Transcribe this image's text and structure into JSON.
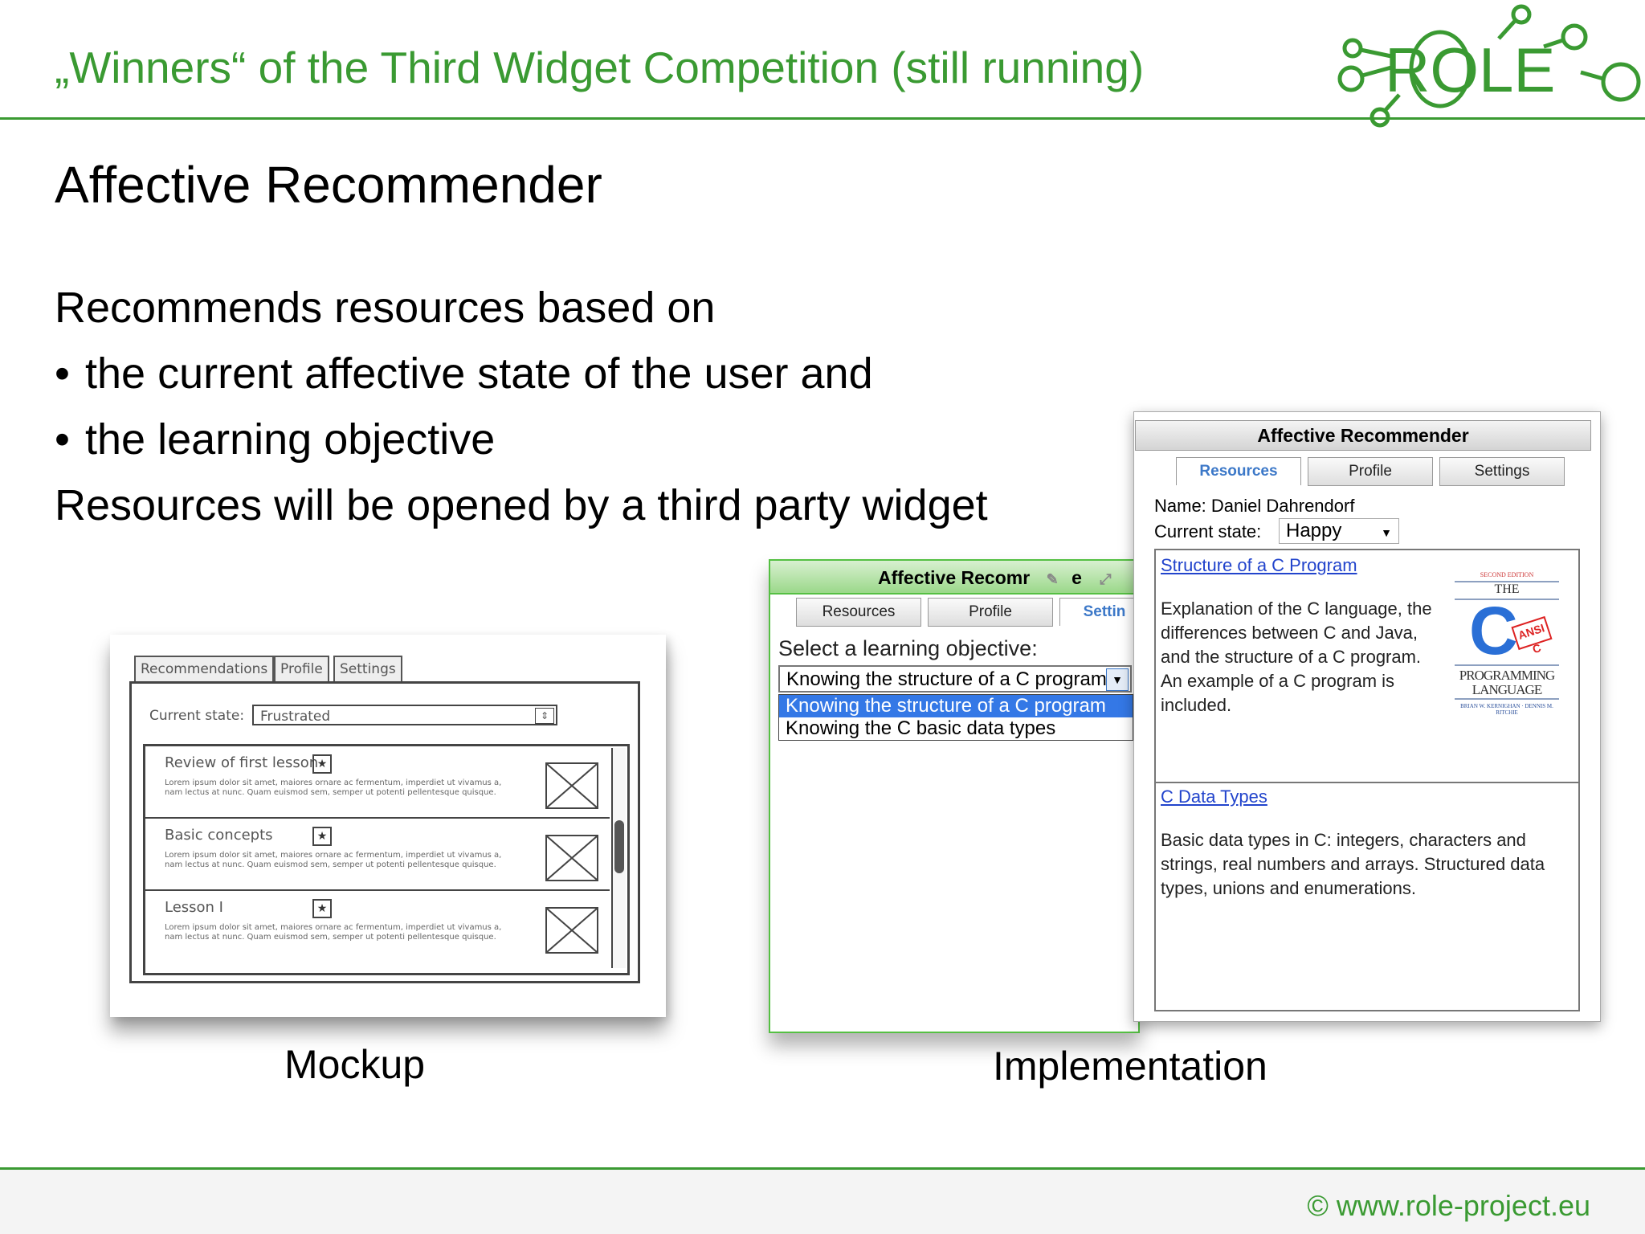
{
  "header": {
    "title": "„Winners“ of the Third Widget Competition (still running)",
    "logo_text": "ROLE"
  },
  "slide": {
    "subtitle": "Affective Recommender",
    "lines": [
      "Recommends resources based on",
      "the current affective state of the user and",
      "the learning objective",
      "Resources will be opened by a third party widget"
    ],
    "bullet": "•",
    "caption_mockup": "Mockup",
    "caption_implementation": "Implementation"
  },
  "footer": {
    "url": "© www.role-project.eu"
  },
  "mockup": {
    "tabs": [
      "Recommendations",
      "Profile",
      "Settings"
    ],
    "state_label": "Current state:",
    "state_value": "Frustrated",
    "items": [
      {
        "title": "Review of first lesson",
        "text": "Lorem ipsum dolor sit amet, maiores ornare ac fermentum, imperdiet ut vivamus a, nam lectus at nunc. Quam euismod sem, semper ut potenti pellentesque quisque."
      },
      {
        "title": "Basic concepts",
        "text": "Lorem ipsum dolor sit amet, maiores ornare ac fermentum, imperdiet ut vivamus a, nam lectus at nunc. Quam euismod sem, semper ut potenti pellentesque quisque."
      },
      {
        "title": "Lesson I",
        "text": "Lorem ipsum dolor sit amet, maiores ornare ac fermentum, imperdiet ut vivamus a, nam lectus at nunc. Quam euismod sem, semper ut potenti pellentesque quisque."
      }
    ]
  },
  "impl_back": {
    "title": "Affective Recomr",
    "title_suffix": "e",
    "tabs": [
      "Resources",
      "Profile",
      "Settin"
    ],
    "objective_label": "Select a learning objective:",
    "objective_value": "Knowing the structure of a C program",
    "options": [
      "Knowing the structure of a C program",
      "Knowing the C basic data types"
    ]
  },
  "impl_front": {
    "title": "Affective Recommender",
    "tabs": [
      "Resources",
      "Profile",
      "Settings"
    ],
    "name": "Name: Daniel Dahrendorf",
    "state_label": "Current state:",
    "state_value": "Happy",
    "results": [
      {
        "title": "Structure of a C Program",
        "description": "Explanation of the C language, the differences between C and Java, and the structure of a C program. An example of a C program is included."
      },
      {
        "title": "C Data Types",
        "description": "Basic data types in C: integers, characters and strings, real numbers and arrays. Structured data types, unions and enumerations."
      }
    ],
    "book": {
      "edition": "SECOND EDITION",
      "the": "THE",
      "letter": "C",
      "ansi": "ANSI C",
      "line1": "PROGRAMMING",
      "line2": "LANGUAGE",
      "authors": "BRIAN W. KERNIGHAN · DENNIS M. RITCHIE"
    }
  }
}
